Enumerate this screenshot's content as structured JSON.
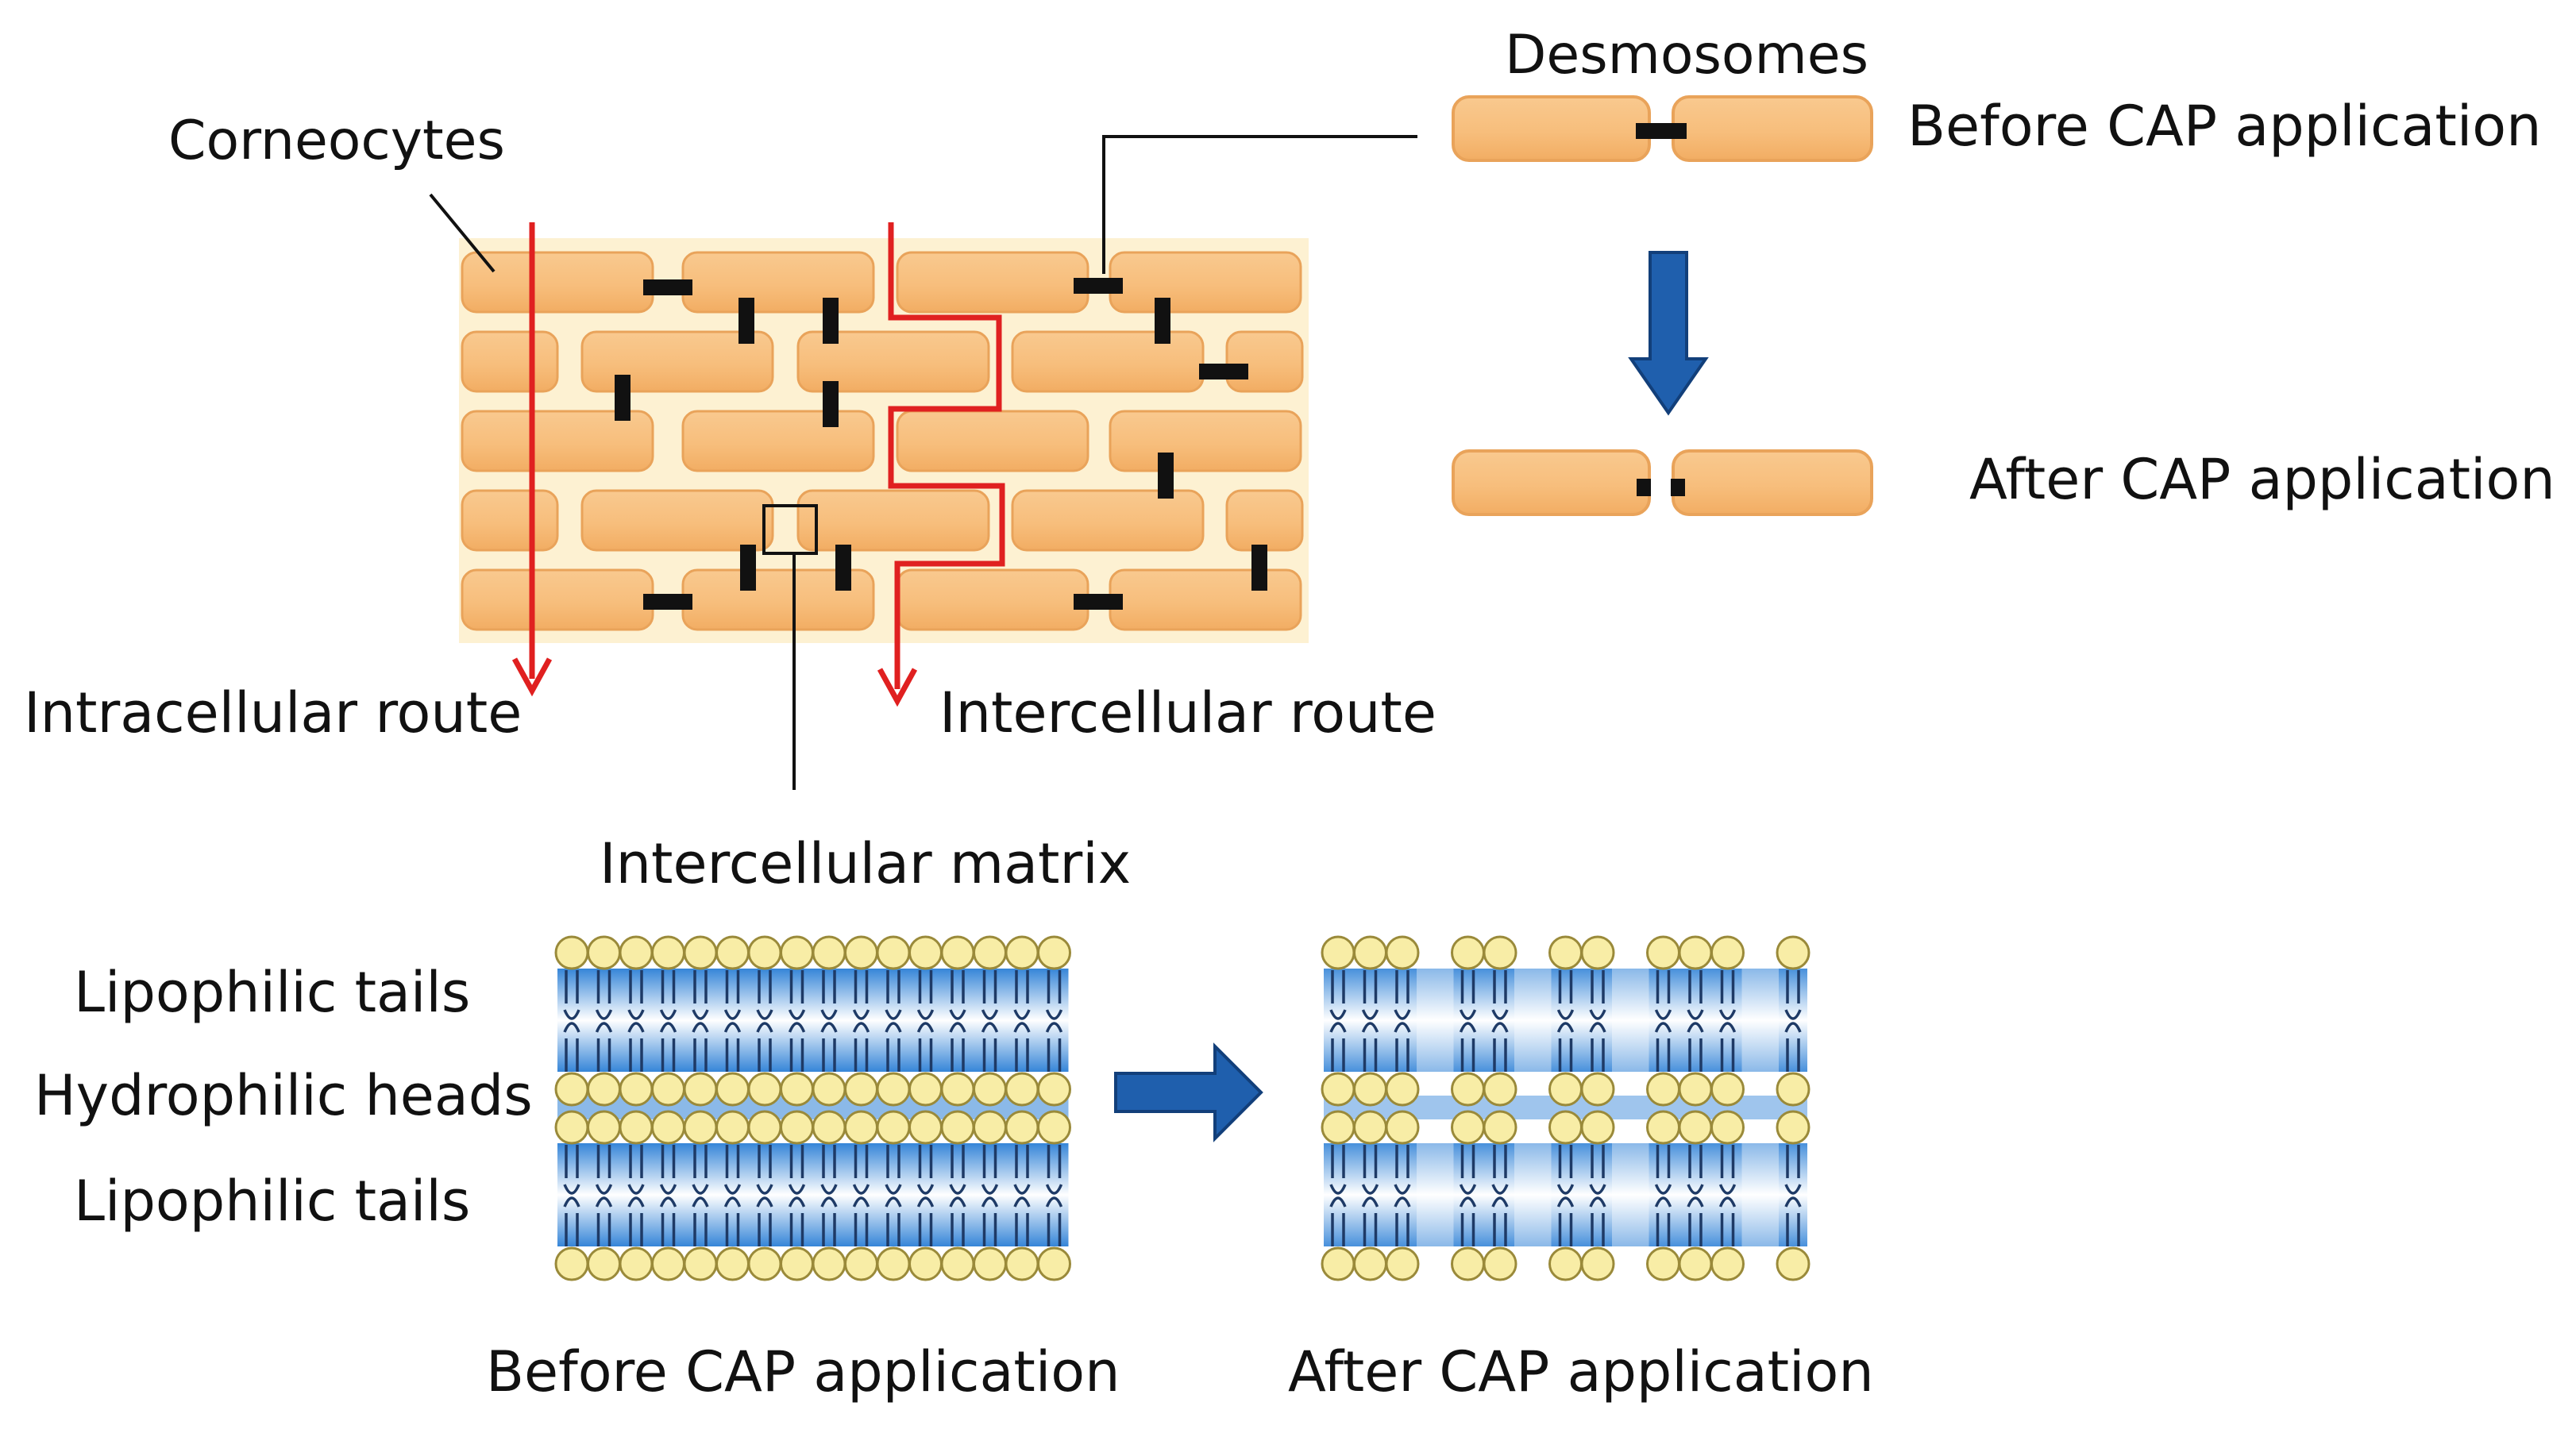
{
  "labels": {
    "corneocytes": "Corneocytes",
    "desmosomes": "Desmosomes",
    "before_cap_top": "Before CAP application",
    "after_cap_top": "After CAP application",
    "intracellular_route": "Intracellular route",
    "intercellular_route": "Intercellular route",
    "intercellular_matrix": "Intercellular matrix",
    "lipophilic_tails_top": "Lipophilic tails",
    "hydrophilic_heads": "Hydrophilic heads",
    "lipophilic_tails_bottom": "Lipophilic tails",
    "before_cap_bottom": "Before CAP application",
    "after_cap_bottom": "After CAP application"
  },
  "colors": {
    "cell_fill": "#F7BE7C",
    "cell_stroke": "#E9A35A",
    "mortar": "#FDF1D2",
    "desmosome": "#111111",
    "route_arrow": "#E02020",
    "blue_arrow": "#1F5FAD",
    "lipid_head": "#F8EDA6",
    "lipid_band": "#2B7FD6",
    "lipid_tail": "#1E3A66"
  },
  "lipid_bilayer": {
    "before_columns": 16,
    "after_groups": [
      3,
      2,
      2,
      3,
      1
    ]
  }
}
